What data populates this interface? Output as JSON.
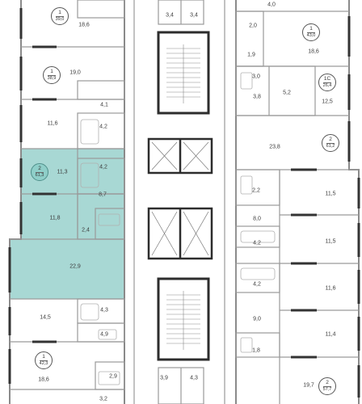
{
  "colors": {
    "highlight": "#a8d8d4",
    "wall": "#9a9a9a",
    "thick_wall": "#3a3a3a",
    "line": "#c8c8c8"
  },
  "room_labels": [
    "4,0",
    "3,4",
    "3,4",
    "18,6",
    "19,0",
    "4,1",
    "11,6",
    "4,2",
    "4,2",
    "11,3",
    "8,7",
    "11,8",
    "2,4",
    "22,9",
    "4,3",
    "14,5",
    "4,9",
    "18,6",
    "2,9",
    "3,2",
    "2,0",
    "1,9",
    "18,6",
    "3,0",
    "3,8",
    "5,2",
    "12,5",
    "23,8",
    "2,2",
    "11,5",
    "8,0",
    "4,2",
    "11,5",
    "4,2",
    "11,6",
    "9,0",
    "11,4",
    "1,8",
    "19,7",
    "3,9",
    "4,3"
  ],
  "apartments": [
    {
      "rooms": "1",
      "area": "39,0"
    },
    {
      "rooms": "1",
      "area": "38,9"
    },
    {
      "rooms": "2",
      "area": "61,3"
    },
    {
      "rooms": "1",
      "area": "42,3"
    },
    {
      "rooms": "1",
      "area": "43,0"
    },
    {
      "rooms": "1С",
      "area": "26,4"
    },
    {
      "rooms": "2",
      "area": "61,2"
    },
    {
      "rooms": "2",
      "area": "57,7"
    }
  ]
}
